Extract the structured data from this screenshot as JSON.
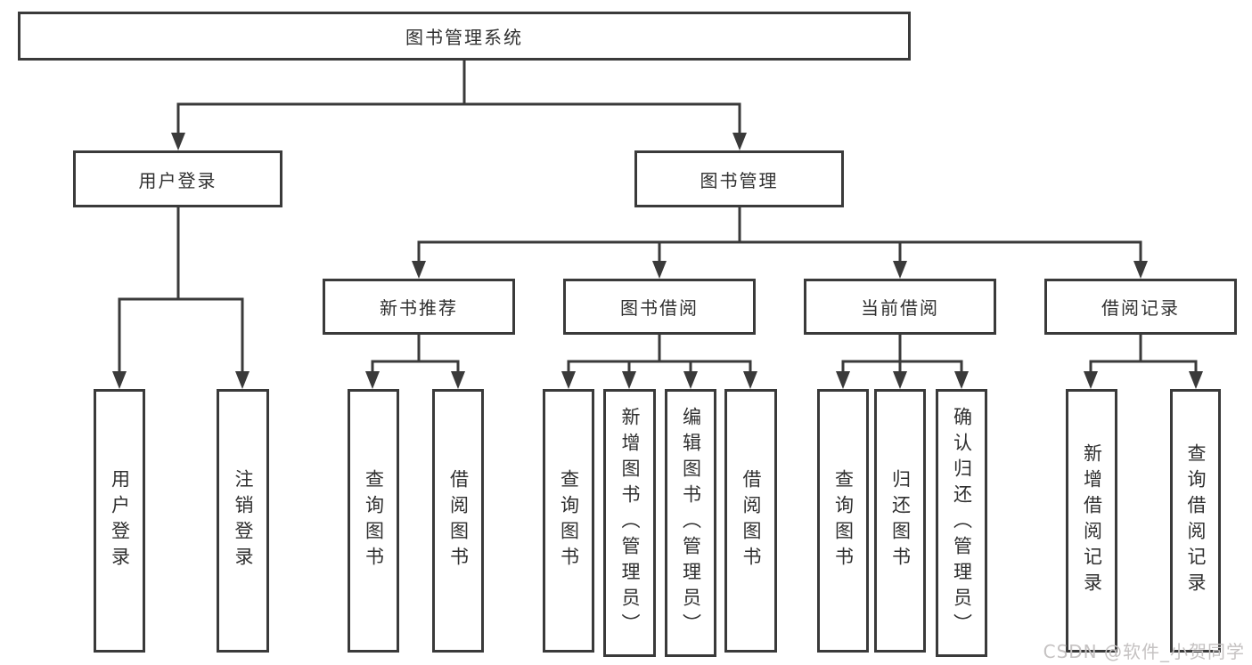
{
  "diagram": {
    "root": {
      "label": "图书管理系统"
    },
    "level2": [
      {
        "id": "user-login",
        "label": "用户登录"
      },
      {
        "id": "book-management",
        "label": "图书管理"
      }
    ],
    "level3": [
      {
        "id": "new-book-recommend",
        "parent": "图书管理",
        "label": "新书推荐"
      },
      {
        "id": "book-borrowing",
        "parent": "图书管理",
        "label": "图书借阅"
      },
      {
        "id": "current-borrowing",
        "parent": "图书管理",
        "label": "当前借阅"
      },
      {
        "id": "borrowing-records",
        "parent": "图书管理",
        "label": "借阅记录"
      }
    ],
    "leaves": [
      {
        "parent": "用户登录",
        "label": "用户登录"
      },
      {
        "parent": "用户登录",
        "label": "注销登录"
      },
      {
        "parent": "新书推荐",
        "label": "查询图书"
      },
      {
        "parent": "新书推荐",
        "label": "借阅图书"
      },
      {
        "parent": "图书借阅",
        "label": "查询图书"
      },
      {
        "parent": "图书借阅",
        "label": "新增图书（管理员）"
      },
      {
        "parent": "图书借阅",
        "label": "编辑图书（管理员）"
      },
      {
        "parent": "图书借阅",
        "label": "借阅图书"
      },
      {
        "parent": "当前借阅",
        "label": "查询图书"
      },
      {
        "parent": "当前借阅",
        "label": "归还图书"
      },
      {
        "parent": "当前借阅",
        "label": "确认归还（管理员）"
      },
      {
        "parent": "借阅记录",
        "label": "新增借阅记录"
      },
      {
        "parent": "借阅记录",
        "label": "查询借阅记录"
      }
    ]
  },
  "watermark": {
    "text": "CSDN @软件_小贺同学"
  },
  "colors": {
    "line": "#3a3a3a",
    "text": "#303030",
    "watermark": "#c5c2c2",
    "background": "#ffffff"
  }
}
